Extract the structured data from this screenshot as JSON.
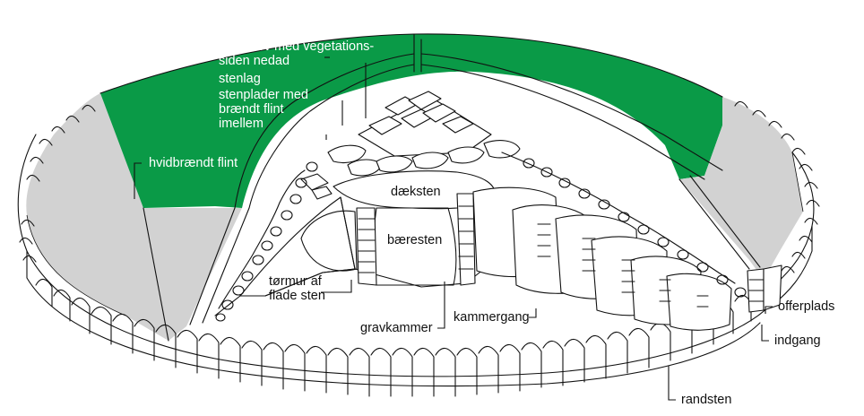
{
  "colors": {
    "grass": "#0a9a47",
    "flint": "#d2d2d2",
    "outline": "#111111",
    "stone_fill": "#ffffff"
  },
  "labels": {
    "turf_line1": "græstørv med vegetations-",
    "turf_line2": "siden nedad",
    "stone_layer": "stenlag",
    "slabs_line1": "stenplader med",
    "slabs_line2": "brændt flint",
    "slabs_line3": "imellem",
    "burnt_flint": "hvidbrændt flint",
    "cap_stone": "dæksten",
    "support_stone": "bæresten",
    "drywall_line1": "tørmur af",
    "drywall_line2": "flade sten",
    "burial_chamber": "gravkammer",
    "passage": "kammergang",
    "offering_place": "offerplads",
    "entrance": "indgang",
    "kerb_stones": "randsten"
  }
}
